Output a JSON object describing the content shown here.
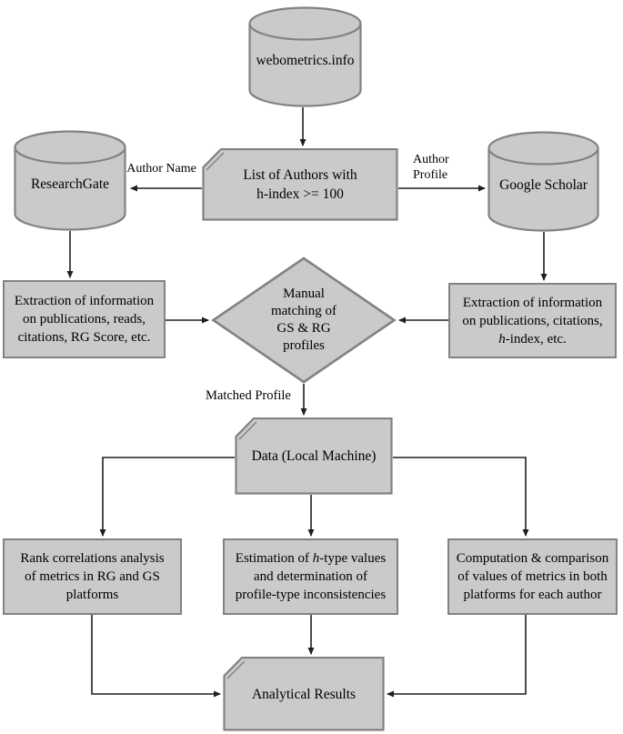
{
  "flowchart": {
    "description": "Methodology flowchart: matching Google Scholar and ResearchGate author profiles",
    "colors": {
      "background": "#ffffff",
      "node_fill": "#cacaca",
      "node_border": "#828282",
      "arrow_line": "#1f1f1f",
      "text": "#000000"
    },
    "nodes": {
      "webometrics": {
        "type": "database-cylinder",
        "label": "webometrics.info"
      },
      "list_authors": {
        "type": "card",
        "lines": [
          "List of Authors with",
          "h-index >= 100"
        ]
      },
      "researchgate": {
        "type": "database-cylinder",
        "label": "ResearchGate"
      },
      "google_scholar": {
        "type": "database-cylinder",
        "label": "Google Scholar"
      },
      "extract_rg": {
        "type": "process",
        "lines": [
          "Extraction of information",
          "on publications, reads,",
          "citations, RG Score, etc."
        ]
      },
      "manual_match": {
        "type": "decision-diamond",
        "lines": [
          "Manual",
          "matching of",
          "GS & RG",
          "profiles"
        ]
      },
      "extract_gs": {
        "type": "process",
        "lines": [
          "Extraction of information",
          "on publications, citations,",
          "*h*-index, etc."
        ]
      },
      "data_local": {
        "type": "card",
        "label": "Data (Local Machine)"
      },
      "rank_correlations": {
        "type": "process",
        "lines": [
          "Rank correlations analysis",
          "of metrics in RG and GS",
          "platforms"
        ]
      },
      "estimation": {
        "type": "process",
        "lines": [
          "Estimation of *h*-type values",
          "and determination of",
          "profile-type inconsistencies"
        ]
      },
      "computation": {
        "type": "process",
        "lines": [
          "Computation & comparison",
          "of values of metrics in both",
          "platforms for each author"
        ]
      },
      "analytical_results": {
        "type": "card",
        "label": "Analytical Results"
      }
    },
    "edge_labels": {
      "author_name": "Author Name",
      "author_profile": [
        "Author",
        "Profile"
      ],
      "matched_profile": "Matched Profile"
    }
  }
}
